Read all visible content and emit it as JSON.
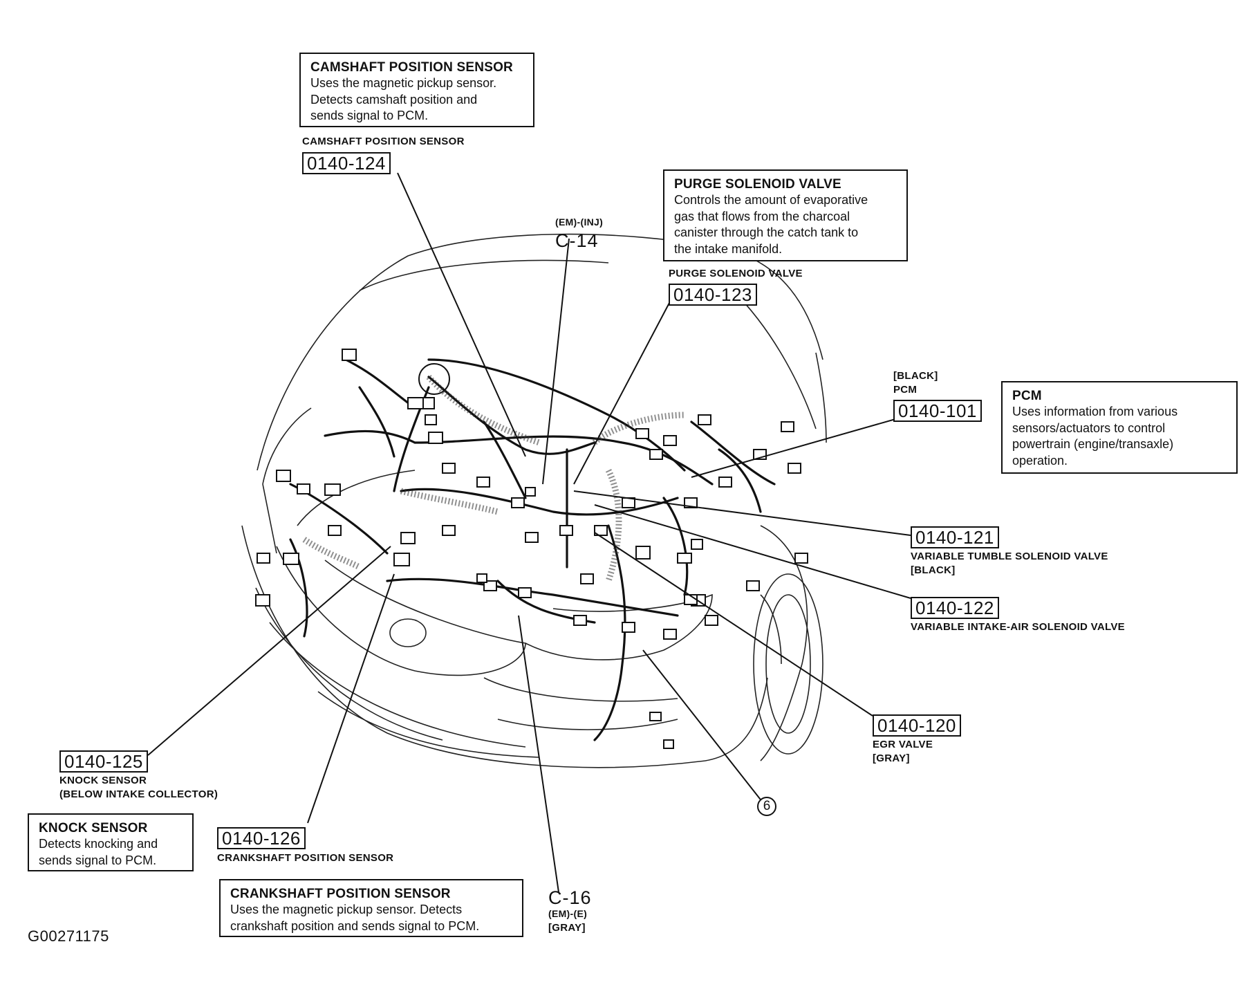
{
  "figure_id": "G00271175",
  "descriptions": {
    "camshaft": {
      "title": "CAMSHAFT POSITION SENSOR",
      "lines": [
        "Uses the magnetic pickup sensor.",
        "Detects camshaft position and",
        "sends signal to PCM."
      ]
    },
    "purge": {
      "title": "PURGE SOLENOID VALVE",
      "lines": [
        "Controls the amount of evaporative",
        "gas that flows from the charcoal",
        "canister through the catch tank to",
        "the intake manifold."
      ]
    },
    "pcm": {
      "title": "PCM",
      "lines": [
        "Uses information from various",
        "sensors/actuators to control",
        "powertrain (engine/transaxle)",
        "operation."
      ]
    },
    "knock": {
      "title": "KNOCK SENSOR",
      "lines": [
        "Detects knocking and",
        "sends signal to PCM."
      ]
    },
    "crankshaft": {
      "title": "CRANKSHAFT POSITION SENSOR",
      "lines": [
        "Uses the magnetic pickup sensor. Detects",
        "crankshaft position and sends signal to PCM."
      ]
    }
  },
  "components": {
    "camshaft": {
      "name": "CAMSHAFT POSITION SENSOR",
      "code": "0140-124"
    },
    "purge": {
      "name": "PURGE SOLENOID VALVE",
      "code": "0140-123"
    },
    "pcm": {
      "color_note": "[BLACK]",
      "name": "PCM",
      "code": "0140-101"
    },
    "vtsv": {
      "code": "0140-121",
      "name": "VARIABLE TUMBLE SOLENOID VALVE",
      "color_note": "[BLACK]"
    },
    "vias": {
      "code": "0140-122",
      "name": "VARIABLE INTAKE-AIR SOLENOID VALVE"
    },
    "egr": {
      "code": "0140-120",
      "name": "EGR VALVE",
      "color_note": "[GRAY]"
    },
    "knock": {
      "code": "0140-125",
      "name": "KNOCK SENSOR",
      "note": "(BELOW INTAKE COLLECTOR)"
    },
    "crank": {
      "code": "0140-126",
      "name": "CRANKSHAFT POSITION SENSOR"
    }
  },
  "connectors": {
    "c14": {
      "label": "(EM)-(INJ)",
      "id": "C-14"
    },
    "c16": {
      "id": "C-16",
      "label": "(EM)-(E)",
      "color_note": "[GRAY]"
    }
  },
  "callout": {
    "number": "6"
  }
}
